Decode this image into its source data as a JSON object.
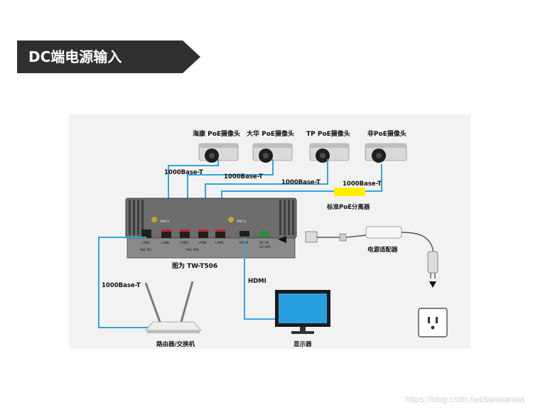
{
  "header": {
    "title": "DC端电源输入",
    "bg_color": "#2f2f2f"
  },
  "diagram": {
    "cameras": [
      {
        "label": "海康 PoE摄像头"
      },
      {
        "label": "大华 PoE摄像头"
      },
      {
        "label": "TP PoE摄像头"
      },
      {
        "label": "非PoE摄像头"
      }
    ],
    "links": {
      "cam1": "1000Base-T",
      "cam2": "1000Base-T",
      "cam3": "1000Base-T",
      "cam4": "1000Base-T",
      "router": "1000Base-T",
      "display": "HDMI"
    },
    "poe_injector": "标准PoE分离器",
    "power_adapter": "电源适配器",
    "device": {
      "caption": "图为  TW-T506",
      "ports": [
        "LAN1",
        "LAN2",
        "LAN3",
        "LAN4",
        "LAN5"
      ],
      "port_notes": [
        "PoE PD",
        "PoE PSE"
      ],
      "hdmi_port": "HDMI",
      "dc_in": "DC-IN",
      "dc_voltage": "12-36V",
      "ant1": "ANT-1",
      "ant2": "ANT-2"
    },
    "router_label": "路由器/交换机",
    "display_label": "显示器",
    "colors": {
      "cable": "#2fa6dc",
      "injector": "#ffee00",
      "device_body": "#6d6d6d",
      "frame": "#f2f2f2"
    }
  },
  "watermark": "https://blog.csdn.net/sunwanxia"
}
